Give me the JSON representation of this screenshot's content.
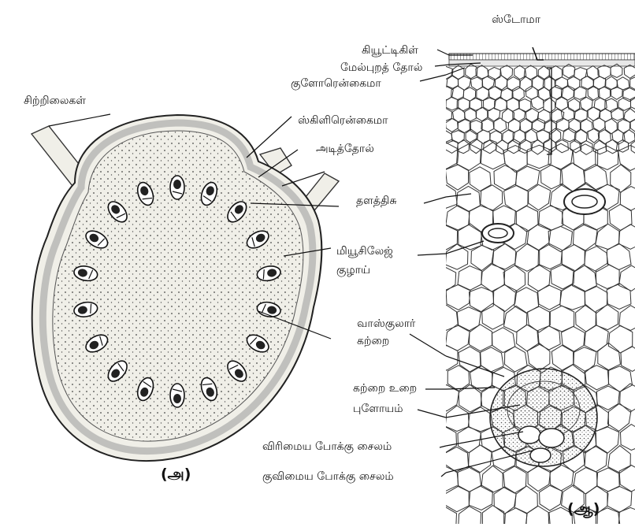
{
  "labels": {
    "stoma": "ஸ்டோமா",
    "cuticle": "கியூட்டிகிள்",
    "epidermis": "மேல்புறத் தோல்",
    "collenchyma": "குளோரென்கைமா",
    "sclerenchyma": "ஸ்கிளிரென்கைமா",
    "hypodermis": "அடித்தோல்",
    "ground_tissue": "தளத்திசு",
    "mucilage_canal_1": "மியூசிலேஜ்",
    "mucilage_canal_2": "குழாய்",
    "vascular_bundle_1": "வாஸ்குலார்",
    "vascular_bundle_2": "கற்றை",
    "bundle_sheath": "கற்றை உறை",
    "phloem": "புளோயம்",
    "metaxylem": "விரிமைய போக்கு சைலம்",
    "protoxylem": "குவிமைய போக்கு சைலம்",
    "leaflets": "சிற்றிலைகள்"
  },
  "captions": {
    "figure_a": "(அ)",
    "figure_b": "(ஆ)"
  }
}
